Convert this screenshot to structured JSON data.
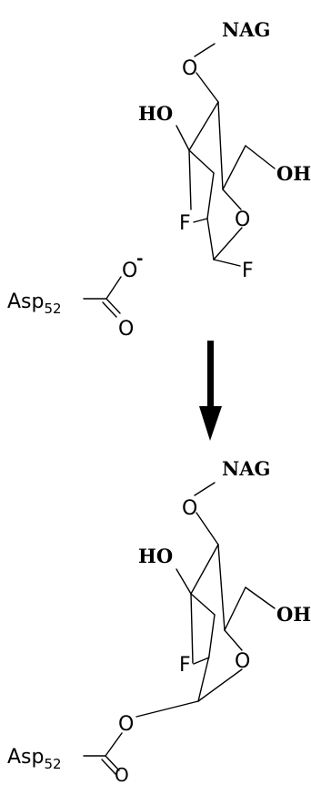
{
  "reactant": {
    "nag": "NAG",
    "o_link": "O",
    "ho": "HO",
    "oh": "OH",
    "ring_o": "O",
    "f_c2": "F",
    "f_c1": "F",
    "asp": "Asp",
    "asp_sub": "52",
    "carboxylate_o": "O",
    "carboxylate_charge": "-",
    "carbonyl_o": "O"
  },
  "arrow": {
    "direction": "down"
  },
  "product": {
    "nag": "NAG",
    "o_link": "O",
    "ho": "HO",
    "oh": "OH",
    "ring_o": "O",
    "f_c2": "F",
    "ester_o": "O",
    "asp": "Asp",
    "asp_sub": "52",
    "carbonyl_o": "O"
  },
  "colors": {
    "ink": "#000000",
    "background": "#ffffff"
  }
}
